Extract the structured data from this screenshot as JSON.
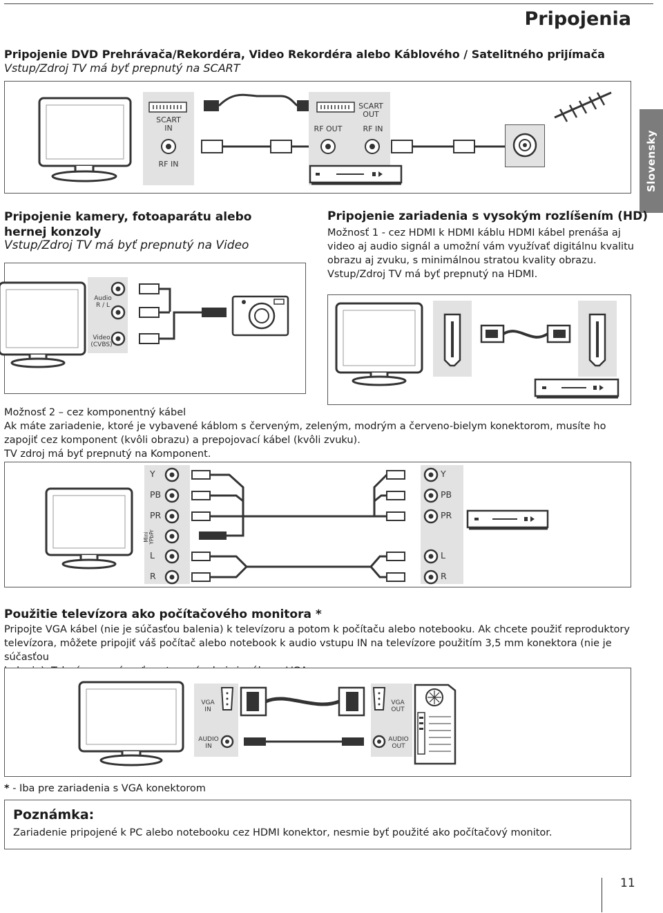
{
  "header": {
    "title": "Pripojenia",
    "side_tab": "Slovensky"
  },
  "section_scart": {
    "title": "Pripojenie DVD Prehrávača/Rekordéra, Video Rekordéra alebo Káblového / Satelitného prijímača",
    "subtitle": "Vstup/Zdroj TV má byť prepnutý na SCART",
    "labels": {
      "scart_in": "SCART\nIN",
      "rf_in_tv": "RF IN",
      "rf_out": "RF OUT",
      "scart_out": "SCART\nOUT",
      "rf_in_dev": "RF IN"
    }
  },
  "section_camera": {
    "title": "Pripojenie kamery, fotoaparátu alebo hernej konzoly",
    "subtitle": "Vstup/Zdroj TV má byť prepnutý na Video",
    "labels": {
      "audio": "Audio\nR / L",
      "video": "Video\n(CVBS)"
    }
  },
  "section_hdmi": {
    "title": "Pripojenie zariadenia s vysokým rozlíšením (HD)",
    "body": [
      "Možnosť 1 - cez HDMI k HDMI káblu  HDMI kábel prenáša aj",
      "video aj audio signál a umožní vám využívať digitálnu kvalitu",
      "obrazu aj zvuku, s minimálnou stratou kvality obrazu.",
      "Vstup/Zdroj TV má byť prepnutý na HDMI."
    ]
  },
  "section_component": {
    "option": "Možnosť 2 – cez komponentný kábel",
    "body": [
      "Ak máte zariadenie, ktoré je vybavené káblom s červeným, zeleným, modrým a červeno-bielym konektorom, musíte ho",
      "zapojiť cez komponent (kvôli obrazu) a prepojovací kábel (kvôli zvuku).",
      "TV zdroj má byť prepnutý na Komponent."
    ],
    "tv_labels": [
      "Y",
      "PB",
      "PR",
      "L",
      "R"
    ],
    "mini_label": "Mini\nYPbPr",
    "dev_labels": [
      "Y",
      "PB",
      "PR",
      "L",
      "R"
    ]
  },
  "section_vga": {
    "title": "Použitie televízora ako počítačového monitora *",
    "body": [
      "Pripojte VGA kábel (nie je súčasťou balenia) k televízoru a potom k počítaču alebo notebooku. Ak chcete použiť reproduktory",
      "televízora, môžete pripojiť váš počítač alebo notebook k audio vstupu IN na televízore použitím 3,5 mm konektora (nie je súčasťou",
      "balenia). Televízor musí mať nastavený zdroj signálu na VGA."
    ],
    "labels": {
      "vga_in": "VGA\nIN",
      "audio_in": "AUDIO\nIN",
      "vga_out": "VGA\nOUT",
      "audio_out": "AUDIO\nOUT"
    }
  },
  "footnote": {
    "star": "*",
    "text": " - Iba pre zariadenia s VGA konektorom"
  },
  "note": {
    "title": "Poznámka:",
    "text": "Zariadenie pripojené k PC alebo notebooku cez HDMI konektor, nesmie byť použité ako počítačový monitor."
  },
  "page_number": "11"
}
